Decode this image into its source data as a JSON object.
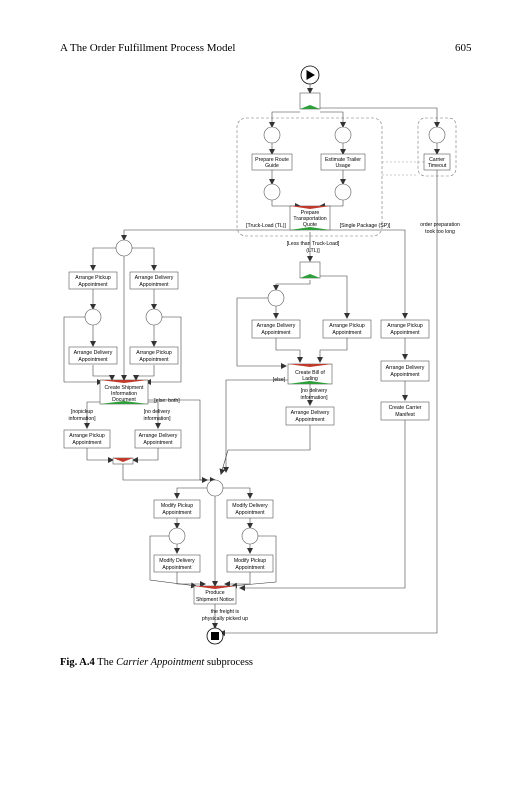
{
  "header": {
    "section": "A   The Order Fulfillment Process Model",
    "page_number": "605"
  },
  "caption": {
    "label": "Fig. A.4",
    "text_before": "The ",
    "text_italic": "Carrier Appointment",
    "text_after": " subprocess"
  },
  "tasks": {
    "prepare_route_guide": [
      "Prepare Route",
      "Guide"
    ],
    "estimate_trailer_usage": [
      "Estimate Trailer",
      "Usage"
    ],
    "carrier_timeout": [
      "Carrier",
      "Timeout"
    ],
    "prepare_transportation_quote": [
      "Prepare",
      "Transportation",
      "Quote"
    ],
    "tl_arrange_pickup": [
      "Arrange Pickup",
      "Appointment"
    ],
    "tl_arrange_delivery": [
      "Arrange Delivery",
      "Appointment"
    ],
    "tl_arrange_delivery_2": [
      "Arrange Delivery",
      "Appointment"
    ],
    "tl_arrange_pickup_2": [
      "Arrange Pickup",
      "Appointment"
    ],
    "create_shipment_info": [
      "Create Shipment",
      "Information",
      "Document"
    ],
    "tl_arrange_pickup_3": [
      "Arrange Pickup",
      "Appointment"
    ],
    "tl_arrange_delivery_3": [
      "Arrange Delivery",
      "Appointment"
    ],
    "ltl_arrange_delivery": [
      "Arrange Delivery",
      "Appointment"
    ],
    "ltl_arrange_pickup": [
      "Arrange Pickup",
      "Appointment"
    ],
    "create_bill_of_lading": [
      "Create Bill of",
      "Lading"
    ],
    "ltl_arrange_delivery_2": [
      "Arrange Delivery",
      "Appointment"
    ],
    "sp_arrange_pickup": [
      "Arrange Pickup",
      "Appointment"
    ],
    "sp_arrange_delivery": [
      "Arrange Delivery",
      "Appointment"
    ],
    "create_carrier_manifest": [
      "Create Carrier",
      "Manifest"
    ],
    "modify_pickup": [
      "Modify Pickup",
      "Appointment"
    ],
    "modify_delivery": [
      "Modify Delivery",
      "Appointment"
    ],
    "modify_delivery_2": [
      "Modify Delivery",
      "Appointment"
    ],
    "modify_pickup_2": [
      "Modify Pickup",
      "Appointment"
    ],
    "produce_shipment_notice": [
      "Produce",
      "Shipment Notice"
    ]
  },
  "labels": {
    "truck_load": "[Truck-Load (TL)]",
    "single_package": "[Single Package (SP)]",
    "less_than_truck_load": [
      "[Less than Truck-Load]",
      "(LTL)]"
    ],
    "order_prep_timeout": [
      "order preparation",
      "took too long"
    ],
    "nopickup": [
      "[nopickup",
      "information]"
    ],
    "no_delivery_info_left": [
      "[no delivery",
      "information]"
    ],
    "else_both": "[else: both]",
    "else": "[else]",
    "no_delivery_info_right": [
      "[no delivery",
      "information]"
    ],
    "picked_up": [
      "the freight is",
      "physically picked up"
    ]
  },
  "colors": {
    "split_marker": "#2e9e3a",
    "join_marker": "#c0392b"
  }
}
